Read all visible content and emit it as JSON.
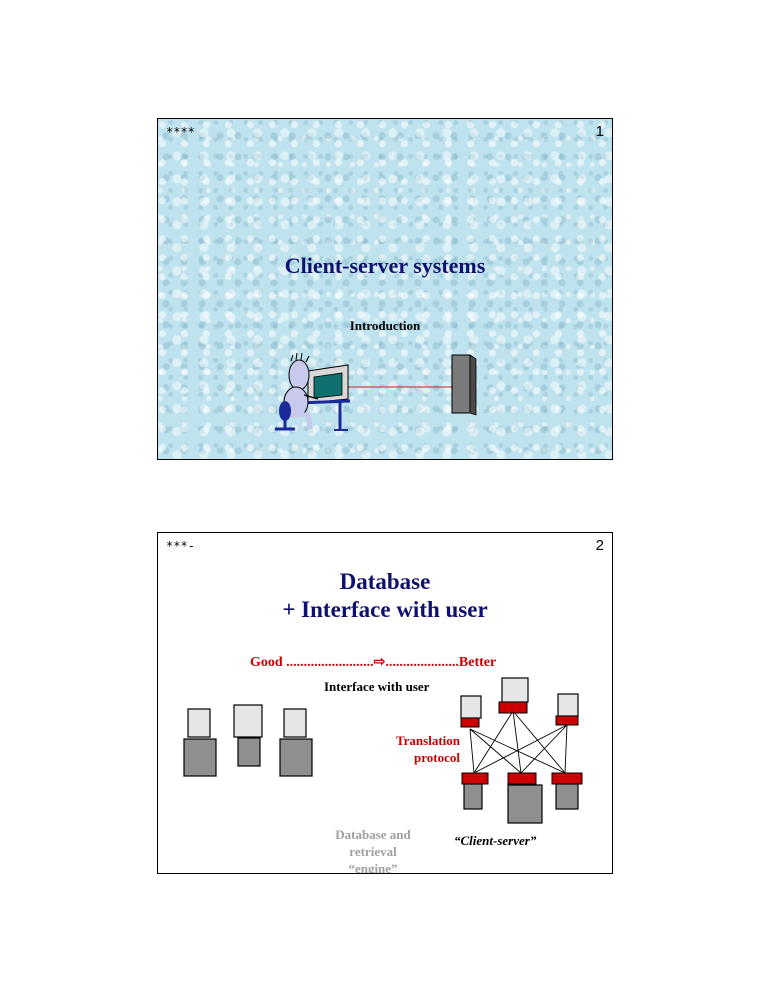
{
  "slide1": {
    "corner_left": "****",
    "page_number": "1",
    "title": "Client-server systems",
    "subtitle": "Introduction"
  },
  "slide2": {
    "corner_left": "***-",
    "page_number": "2",
    "title_line1": "Database",
    "title_line2": "+ Interface with user",
    "good_better": "Good .........................⇨.....................Better",
    "interface_label": "Interface with user",
    "protocol_line1": "Translation",
    "protocol_line2": "protocol",
    "db_line1": "Database and",
    "db_line2": "retrieval",
    "db_line3": "“engine”",
    "client_server": "“Client-server”"
  },
  "colors": {
    "title_blue": "#10106e",
    "accent_red": "#cc0000",
    "slide1_bg": "#bfe3ee",
    "grey_text": "#a0a0a0"
  }
}
